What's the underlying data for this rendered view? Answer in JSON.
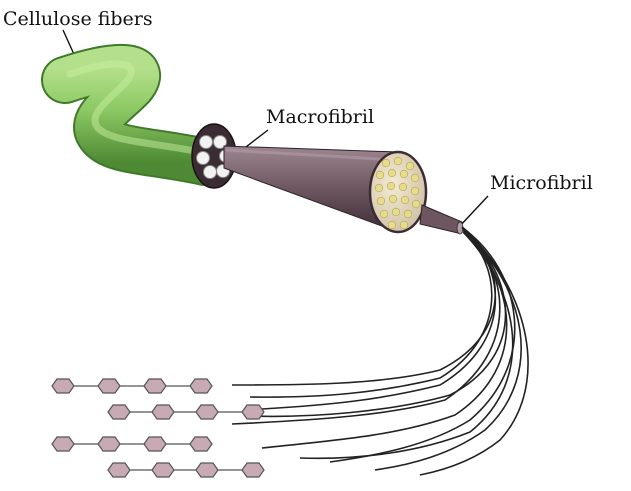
{
  "labels": {
    "cellulose_fibers": "Cellulose fibers",
    "macrofibril": "Macrofibril",
    "microfibril": "Microfibril"
  },
  "colors": {
    "fiber_green": "#8cc863",
    "macrofibril_brown": "#6d5660",
    "microfibril_dots": "#e6dc8c",
    "glucose_units": "#c8aab4",
    "strands": "#222222"
  },
  "chain_rows": [
    4,
    4,
    4,
    4
  ]
}
